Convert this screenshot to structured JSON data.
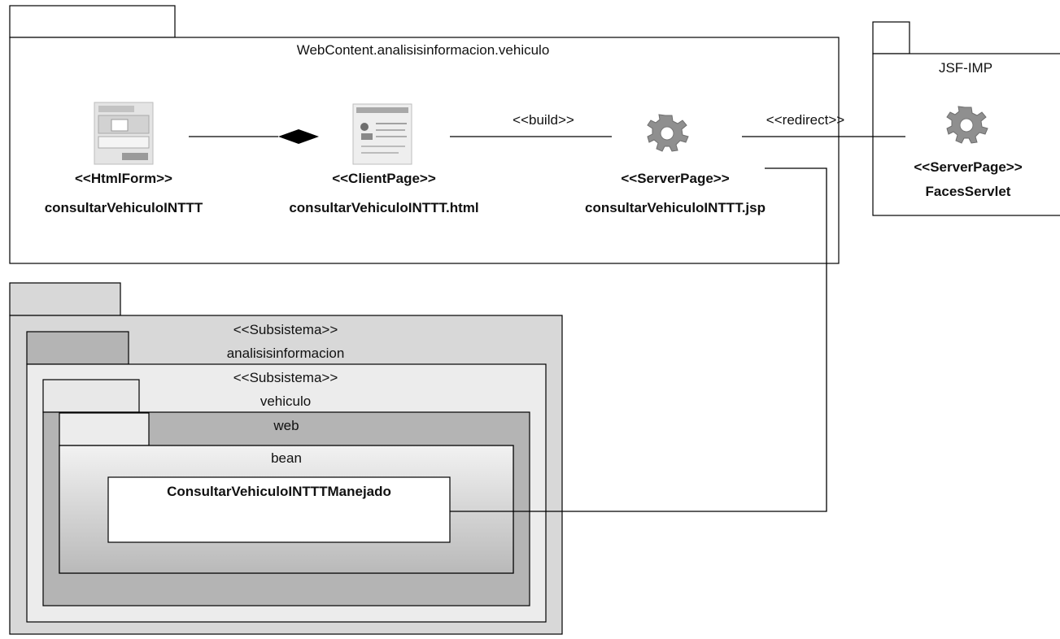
{
  "webcontent": {
    "title": "WebContent.analisisinformacion.vehiculo",
    "html_form": {
      "stereotype": "<<HtmlForm>>",
      "name": "consultarVehiculoINTTT"
    },
    "client_page": {
      "stereotype": "<<ClientPage>>",
      "name": "consultarVehiculoINTTT.html"
    },
    "server_page": {
      "stereotype": "<<ServerPage>>",
      "name": "consultarVehiculoINTTT.jsp"
    }
  },
  "jsf_imp": {
    "title": "JSF-IMP",
    "server_page": {
      "stereotype": "<<ServerPage>>",
      "name": "FacesServlet"
    }
  },
  "relations": {
    "build": "<<build>>",
    "redirect": "<<redirect>>"
  },
  "subsystems": {
    "analisis": {
      "stereotype": "<<Subsistema>>",
      "name": "analisisinformacion"
    },
    "vehiculo": {
      "stereotype": "<<Subsistema>>",
      "name": "vehiculo"
    },
    "web": {
      "name": "web"
    },
    "bean": {
      "name": "bean"
    },
    "managed_bean": {
      "name": "ConsultarVehiculoINTTTManejado"
    }
  },
  "colors": {
    "package_light": "#d8d8d8",
    "package_mid": "#b4b4b4",
    "package_inner": "#e6e6e6",
    "gear": "#8c8c8c"
  },
  "icons": [
    "html-form-icon",
    "client-page-icon",
    "gear-icon"
  ]
}
